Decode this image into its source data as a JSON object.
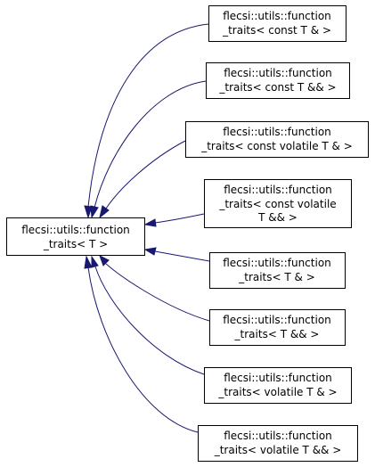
{
  "diagram": {
    "colors": {
      "edge": "#191970",
      "box_stroke": "#000000",
      "box_fill": "#ffffff",
      "text": "#000000"
    },
    "base": {
      "line1": "flecsi::utils::function",
      "line2": "_traits< T >"
    },
    "derived": [
      {
        "line1": "flecsi::utils::function",
        "line2": "_traits< const T & >"
      },
      {
        "line1": "flecsi::utils::function",
        "line2": "_traits< const T && >"
      },
      {
        "line1": "flecsi::utils::function",
        "line2": "_traits< const volatile T & >"
      },
      {
        "line1": "flecsi::utils::function",
        "line2": "_traits< const volatile",
        "line3": "T && >"
      },
      {
        "line1": "flecsi::utils::function",
        "line2": "_traits< T & >"
      },
      {
        "line1": "flecsi::utils::function",
        "line2": "_traits< T && >"
      },
      {
        "line1": "flecsi::utils::function",
        "line2": "_traits< volatile T & >"
      },
      {
        "line1": "flecsi::utils::function",
        "line2": "_traits< volatile T && >"
      }
    ]
  }
}
